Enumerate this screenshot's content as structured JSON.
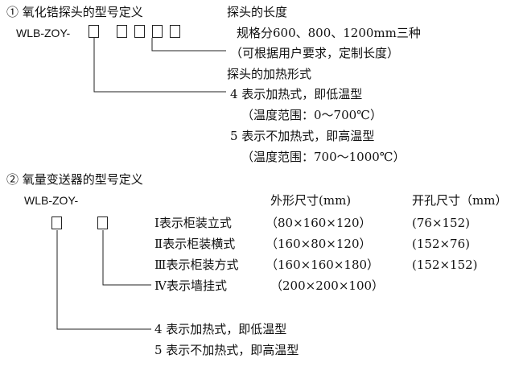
{
  "section1": {
    "heading": "① 氧化锆探头的型号定义",
    "model_prefix": "WLB-ZOY-",
    "length_title": "探头的长度",
    "length_spec": "规格分600、800、1200mm三种",
    "length_note": "（可根据用户要求，定制长度）",
    "heating_title": "探头的加热形式",
    "heating_4": "4 表示加热式，即低温型",
    "heating_4_range": "（温度范围：0～700℃）",
    "heating_5": "5 表示不加热式，即高温型",
    "heating_5_range": "（温度范围：700～1000℃）"
  },
  "section2": {
    "heading": "② 氧量变送器的型号定义",
    "model_prefix": "WLB-ZOY-",
    "col_outer": "外形尺寸(mm)",
    "col_hole": "开孔尺寸（mm）",
    "mount_rows": [
      {
        "label": "Ⅰ表示柜装立式",
        "outer": "（80×160×120）",
        "hole": "(76×152)"
      },
      {
        "label": "Ⅱ表示柜装横式",
        "outer": "（160×80×120）",
        "hole": "(152×76)"
      },
      {
        "label": "Ⅲ表示柜装方式",
        "outer": "（160×160×180）",
        "hole": "(152×152)"
      },
      {
        "label": "Ⅳ表示墙挂式",
        "outer": "（200×200×100）",
        "hole": ""
      }
    ],
    "heating_4": "4 表示加热式，即低温型",
    "heating_5": "5 表示不加热式，即高温型"
  }
}
